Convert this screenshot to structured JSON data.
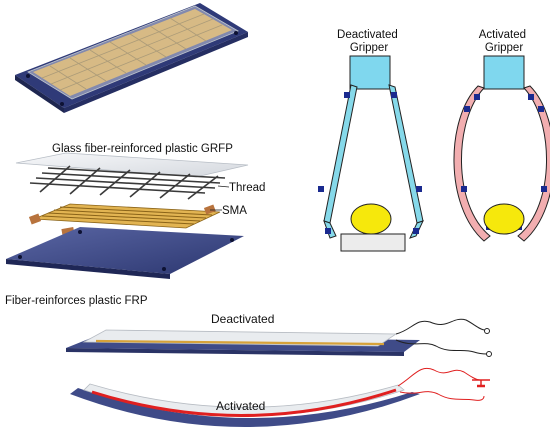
{
  "layers": {
    "grfp": "Glass fiber-reinforced plastic GRFP",
    "thread": "Thread",
    "sma": "SMA",
    "frp": "Fiber-reinforces plastic FRP"
  },
  "gripper": {
    "deactivated": [
      "Deactivated",
      "Gripper"
    ],
    "activated": [
      "Activated",
      "Gripper"
    ]
  },
  "strip": {
    "deactivated": "Deactivated",
    "activated": "Activated"
  },
  "colors": {
    "frp_base": "#3d4a86",
    "sma_wire": "#d6a23a",
    "gripper_body_blue": "#6fd6ea",
    "gripper_body_pink": "#f2aeb0",
    "ball": "#f6e80c",
    "wire_red": "#e02020",
    "clip": "#1a2a8f"
  }
}
